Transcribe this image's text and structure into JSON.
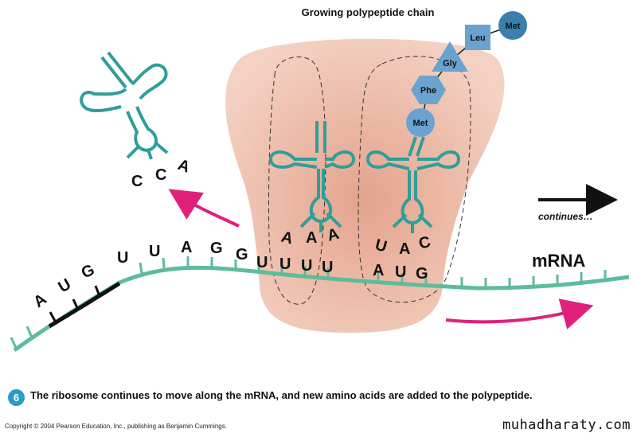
{
  "title": "Growing polypeptide chain",
  "amino_acids": [
    {
      "label": "Met",
      "shape": "circle",
      "color": "#3a7fae"
    },
    {
      "label": "Leu",
      "shape": "square",
      "color": "#6aa3cf"
    },
    {
      "label": "Gly",
      "shape": "triangle",
      "color": "#6aa3cf"
    },
    {
      "label": "Phe",
      "shape": "hexagon",
      "color": "#6aa3cf"
    },
    {
      "label": "Met",
      "shape": "circle",
      "color": "#6aa3cf"
    }
  ],
  "mrna_label": "mRNA",
  "mrna_letters": [
    "A",
    "U",
    "G",
    "U",
    "U",
    "A",
    "G",
    "G",
    "U",
    "U",
    "U",
    "U",
    "A",
    "U",
    "G"
  ],
  "anticodon_exit": [
    "C",
    "C",
    "A"
  ],
  "anticodon_left_site": [
    "A",
    "A",
    "A"
  ],
  "anticodon_right_site": [
    "U",
    "A",
    "C"
  ],
  "continues_label": "continues…",
  "step_number": "6",
  "caption": "The ribosome continues to move along the mRNA, and new amino acids are added to the polypeptide.",
  "copyright": "Copyright © 2004 Pearson Education, Inc., publishing as Benjamin Cummings.",
  "watermark": "muhadharaty.com",
  "colors": {
    "trna": "#2f9e9a",
    "mrna": "#5cbc9b",
    "arrow": "#e0207a",
    "ribosome": "#e9b6a2"
  }
}
